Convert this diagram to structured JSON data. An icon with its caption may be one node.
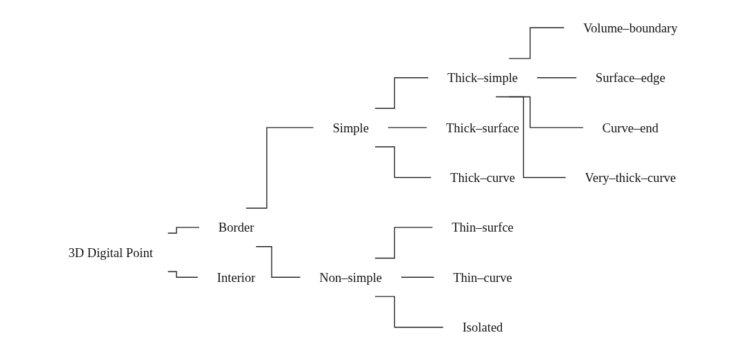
{
  "diagram": {
    "nodes": [
      {
        "text": [
          "3D Digital Point"
        ]
      },
      {
        "text": [
          "Border"
        ]
      },
      {
        "text": [
          "Simple"
        ]
      },
      {
        "text": [
          "Thick–simple"
        ]
      },
      {
        "text": [
          "Volume–boundary"
        ]
      },
      {
        "text": [
          "Surface–edge"
        ]
      },
      {
        "text": [
          "Curve–end"
        ]
      },
      {
        "text": [
          "Very–thick–curve"
        ]
      },
      {
        "text": [
          "Thick–surface"
        ]
      },
      {
        "text": [
          "Thick–curve"
        ]
      },
      {
        "text": [
          "Non–simple"
        ]
      },
      {
        "text": [
          "Thin–surfce"
        ]
      },
      {
        "text": [
          "Thin–curve"
        ]
      },
      {
        "text": [
          "Isolated"
        ]
      },
      {
        "text": [
          "Interior"
        ]
      }
    ],
    "edges": [
      {
        "from": 0,
        "to": 1,
        "arrow": "none"
      },
      {
        "from": 0,
        "to": 14,
        "arrow": "none"
      },
      {
        "from": 1,
        "to": 2,
        "arrow": "none"
      },
      {
        "from": 1,
        "to": 10,
        "arrow": "none"
      },
      {
        "from": 2,
        "to": 3,
        "arrow": "none"
      },
      {
        "from": 2,
        "to": 8,
        "arrow": "none"
      },
      {
        "from": 2,
        "to": 9,
        "arrow": "none"
      },
      {
        "from": 3,
        "to": 4,
        "arrow": "none"
      },
      {
        "from": 3,
        "to": 5,
        "arrow": "none"
      },
      {
        "from": 3,
        "to": 6,
        "arrow": "none"
      },
      {
        "from": 3,
        "to": 7,
        "arrow": "none"
      },
      {
        "from": 10,
        "to": 11,
        "arrow": "none"
      },
      {
        "from": 10,
        "to": 12,
        "arrow": "none"
      },
      {
        "from": 10,
        "to": 13,
        "arrow": "none"
      }
    ]
  }
}
